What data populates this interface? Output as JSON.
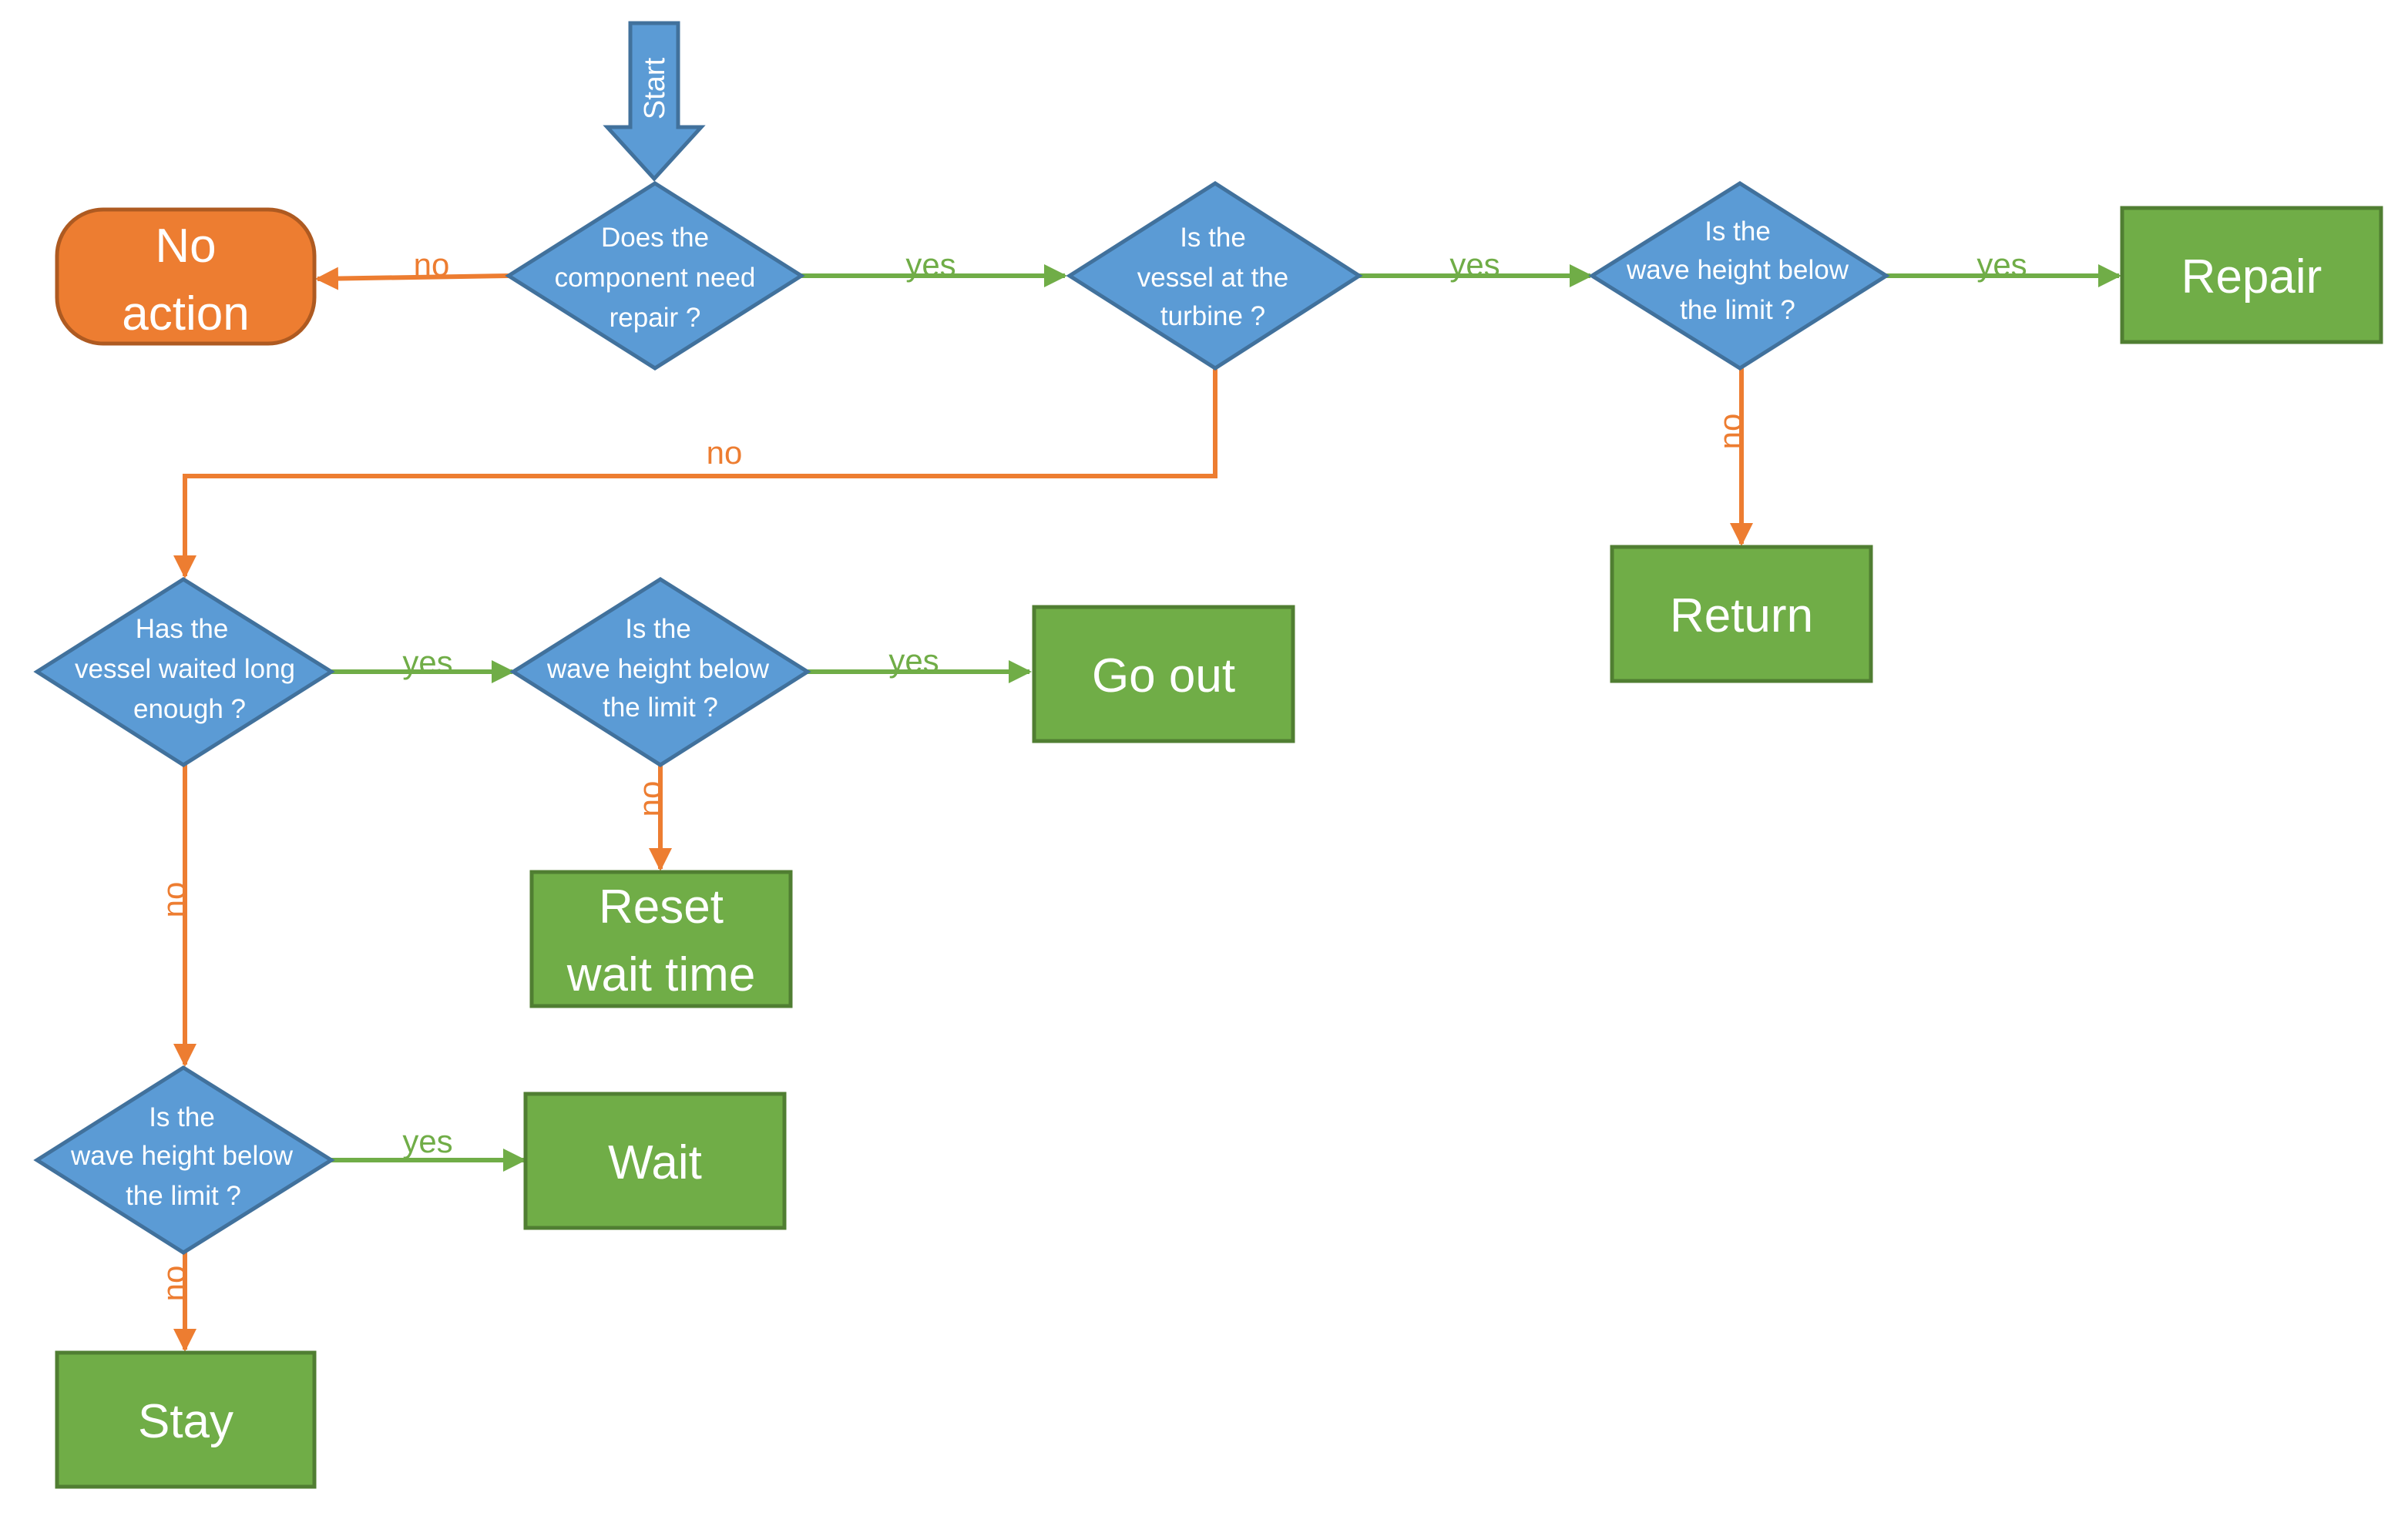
{
  "start": "Start",
  "questions": {
    "q1": [
      "Does the",
      "component need",
      "repair ?"
    ],
    "q2": [
      "Is the",
      "vessel at the",
      "turbine ?"
    ],
    "q3": [
      "Is the",
      "wave height below",
      "the limit ?"
    ],
    "q4": [
      "Has the",
      "vessel waited long",
      "enough ?"
    ],
    "q5": [
      "Is the",
      "wave height below",
      "the limit ?"
    ],
    "q6": [
      "Is the",
      "wave height below",
      "the limit ?"
    ]
  },
  "actions": {
    "no_action": [
      "No",
      "action"
    ],
    "repair": "Repair",
    "return": "Return",
    "go_out": "Go out",
    "reset_wait_time": [
      "Reset",
      "wait time"
    ],
    "wait": "Wait",
    "stay": "Stay"
  },
  "edge_labels": {
    "yes": "yes",
    "no": "no"
  },
  "colors": {
    "decision": "#5B9BD5",
    "action": "#70AD47",
    "terminal": "#ED7D31",
    "yes_edge": "#70AD47",
    "no_edge": "#ED7D31"
  }
}
